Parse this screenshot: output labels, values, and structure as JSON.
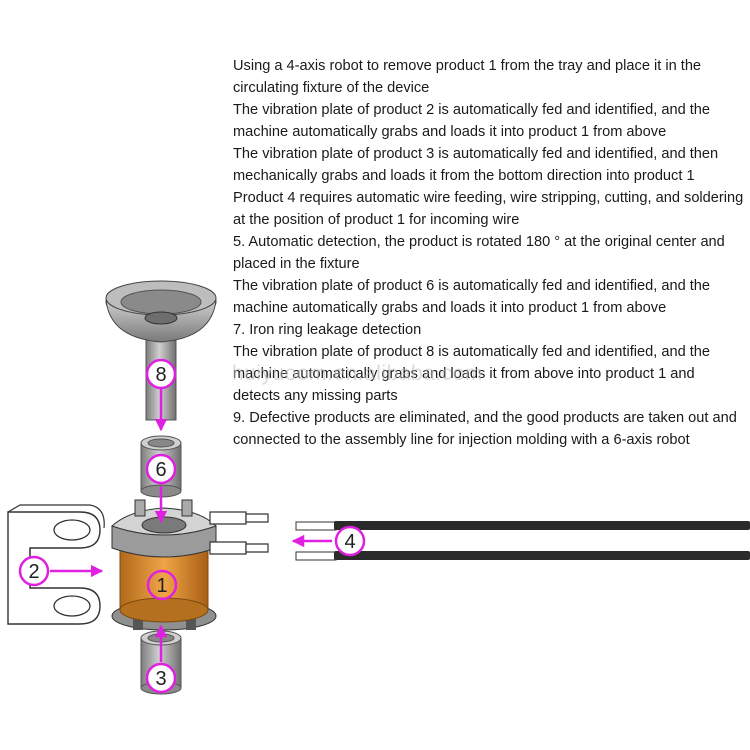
{
  "description_lines": [
    "Using a 4-axis robot to remove product 1 from the tray and place it in the circulating fixture of the device",
    "The vibration plate of product 2 is automatically fed and identified, and the machine automatically grabs and loads it into product 1 from above",
    "The vibration plate of product 3 is automatically fed and identified, and then mechanically grabs and loads it from the bottom direction into product 1",
    "Product 4 requires automatic wire feeding, wire stripping, cutting, and soldering at the position of product 1 for incoming wire",
    "5. Automatic detection, the product is rotated 180 ° at the original center and placed in the fixture",
    "The vibration plate of product 6 is automatically fed and identified, and the machine automatically grabs and loads it into product 1 from above",
    "7. Iron ring leakage detection",
    "The vibration plate of product 8 is automatically fed and identified, and the machine automatically grabs and loads it from above into product 1 and detects any missing parts",
    "9. Defective products are eliminated, and the good products are taken out and connected to the assembly line for injection molding with a 6-axis robot"
  ],
  "watermark": "huiyuoom.en.alibaba.com",
  "callouts": {
    "c1": "1",
    "c2": "2",
    "c3": "3",
    "c4": "4",
    "c6": "6",
    "c8": "8"
  },
  "colors": {
    "callout": "#e020e0",
    "coil": "#d98a2a",
    "metal": "#a9a9a9",
    "wire": "#2b2b2b"
  }
}
